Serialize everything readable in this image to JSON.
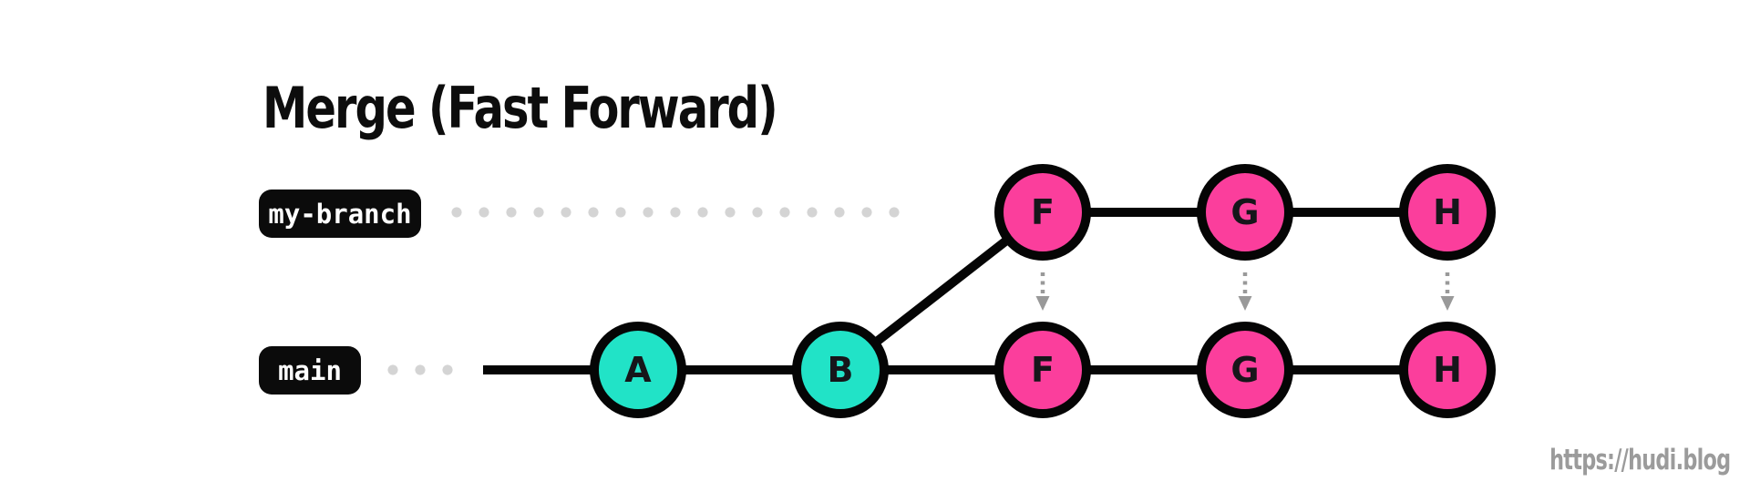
{
  "title": "Merge (Fast Forward)",
  "watermark": "https://hudi.blog",
  "branches": {
    "my_branch": {
      "label": "my-branch"
    },
    "main": {
      "label": "main"
    }
  },
  "commits": {
    "branch_row": [
      {
        "label": "F",
        "color": "pink"
      },
      {
        "label": "G",
        "color": "pink"
      },
      {
        "label": "H",
        "color": "pink"
      }
    ],
    "main_row": [
      {
        "label": "A",
        "color": "teal"
      },
      {
        "label": "B",
        "color": "teal"
      },
      {
        "label": "F",
        "color": "pink"
      },
      {
        "label": "G",
        "color": "pink"
      },
      {
        "label": "H",
        "color": "pink"
      }
    ]
  },
  "icons": {
    "fast_forward_arrows": "dotted-down-arrow"
  },
  "colors": {
    "background": "#ffffff",
    "line": "#050505",
    "teal": "#21e3c7",
    "pink": "#fb3e9c",
    "node_text": "#16161a",
    "tag_bg": "#0b0b0b",
    "tag_text": "#ffffff",
    "dot": "#d4d4d4",
    "arrow": "#999999",
    "title_text": "#0d0d0d",
    "watermark_text": "#9b9b9b"
  }
}
